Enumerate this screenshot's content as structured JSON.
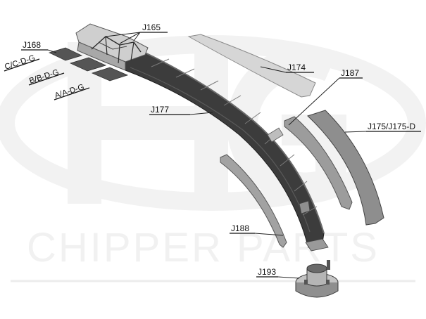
{
  "watermark": {
    "logo_text": "HG",
    "brand_text": "CHIPPER PARTS"
  },
  "labels": {
    "j165": "J165",
    "j168": "J168",
    "ccdg": "C/C-D-G",
    "bbdg": "B/B-D-G",
    "aadg": "A/A-D-G",
    "j174": "J174",
    "j187": "J187",
    "j177": "J177",
    "j175": "J175/J175-D",
    "j188": "J188",
    "j193": "J193"
  },
  "colors": {
    "chute_dark": "#3a3a3a",
    "part_grey": "#9a9a9a",
    "light_part": "#d4d4d4",
    "watermark": "#f0f0f0"
  }
}
